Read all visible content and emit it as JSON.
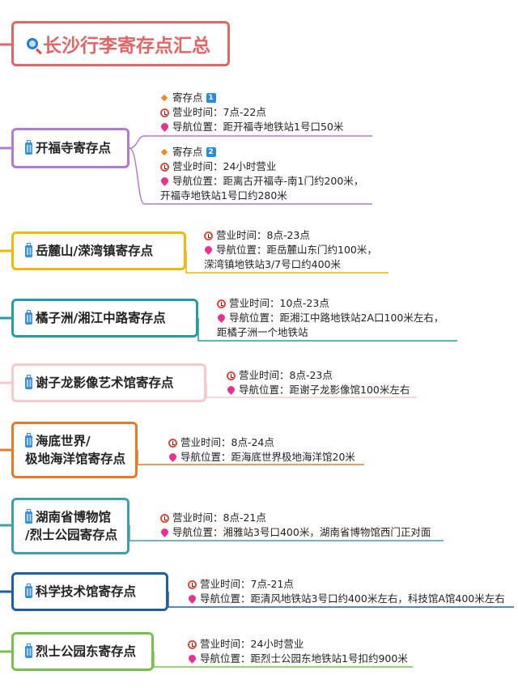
{
  "title": "长沙行李寄存点汇总",
  "labels": {
    "hours": "营业时间：",
    "nav": "导航位置：",
    "point": "寄存点"
  },
  "colors": {
    "title": "#e06666",
    "n1": "#b07cd0",
    "n2": "#f2b705",
    "n3": "#259ca3",
    "n4": "#f7c9cd",
    "n5": "#e37b2b",
    "n6": "#3ea0ab",
    "n7": "#1f5fa8",
    "n8": "#78c04b"
  },
  "nodes": [
    {
      "name": "开福寺寄存点",
      "points": [
        {
          "badge": "1",
          "hours": "7点-22点",
          "nav": "距开福寺地铁站1号口50米"
        },
        {
          "badge": "2",
          "hours": "24小时营业",
          "nav": "距离古开福寺-南1门约200米，",
          "nav2": "开福寺地铁站1号口约280米"
        }
      ]
    },
    {
      "name": "岳麓山/溁湾镇寄存点",
      "hours": "8点-23点",
      "nav": "距岳麓山东门约100米，",
      "nav2": "溁湾镇地铁站3/7号口约400米"
    },
    {
      "name": "橘子洲/湘江中路寄存点",
      "hours": "10点-23点",
      "nav": "距湘江中路地铁站2A口100米左右，",
      "nav2": "距橘子洲一个地铁站"
    },
    {
      "name": "谢子龙影像艺术馆寄存点",
      "hours": "8点-23点",
      "nav": "距谢子龙影像馆100米左右"
    },
    {
      "name1": "海底世界/",
      "name2": "极地海洋馆寄存点",
      "hours": "8点-24点",
      "nav": "距海底世界极地海洋馆20米"
    },
    {
      "name1": "湖南省博物馆",
      "name2": "/烈士公园寄存点",
      "hours": "8点-21点",
      "nav": "湘雅站3号口400米，湖南省博物馆西门正对面"
    },
    {
      "name": "科学技术馆寄存点",
      "hours": "7点-21点",
      "nav": "距清风地铁站3号口约400米左右，科技馆A馆400米左右"
    },
    {
      "name": "烈士公园东寄存点",
      "hours": "24小时营业",
      "nav": "距烈士公园东地铁站1号扣约900米"
    }
  ]
}
